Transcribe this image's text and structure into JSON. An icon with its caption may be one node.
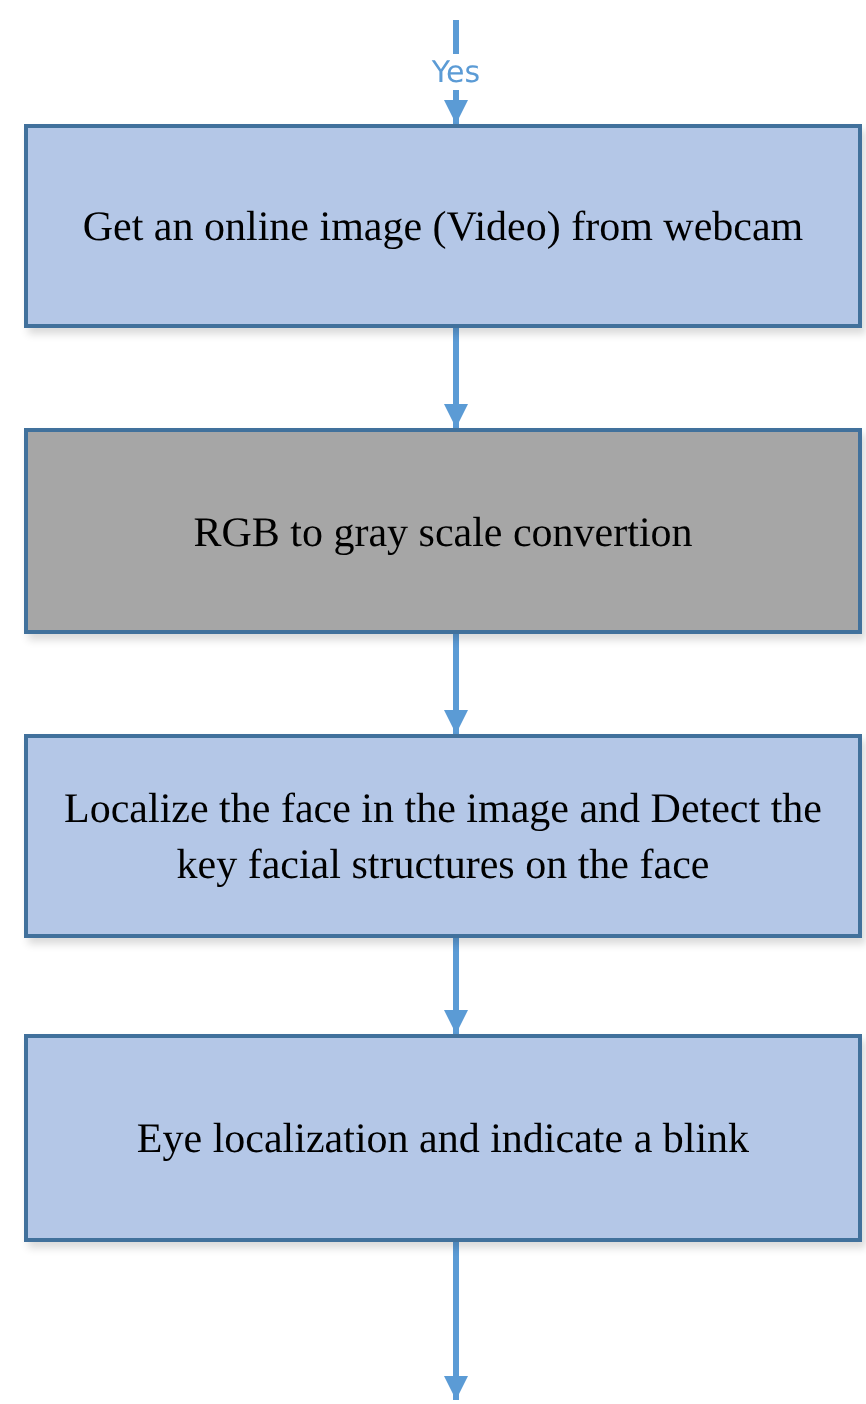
{
  "diagram": {
    "nodes": [
      {
        "text": [
          "Get an online image (Video) from webcam"
        ]
      },
      {
        "text": [
          "RGB to gray scale convertion"
        ]
      },
      {
        "text": [
          "Localize the face in the image and Detect the key facial structures on the face"
        ]
      },
      {
        "text": [
          "Eye localization and indicate a blink"
        ]
      }
    ],
    "edges": [
      {
        "from": null,
        "to": 0,
        "arrow": "to",
        "label": "Yes"
      },
      {
        "from": 0,
        "to": 1,
        "arrow": "to"
      },
      {
        "from": 1,
        "to": 2,
        "arrow": "to"
      },
      {
        "from": 2,
        "to": 3,
        "arrow": "to"
      },
      {
        "from": 3,
        "to": null,
        "arrow": "to"
      }
    ]
  }
}
